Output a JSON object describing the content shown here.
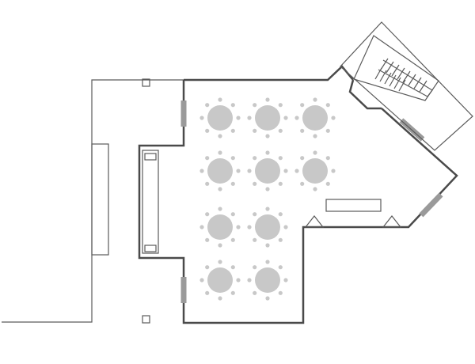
{
  "floor_plan": {
    "wall_color": "#4a4a4a",
    "window_color": "#9a9a9a",
    "table_color": "#c8c8c8",
    "chair_color": "#c8c8c8",
    "round_tables": [
      {
        "row": 1,
        "col": 1
      },
      {
        "row": 1,
        "col": 2
      },
      {
        "row": 1,
        "col": 3
      },
      {
        "row": 2,
        "col": 1
      },
      {
        "row": 2,
        "col": 2
      },
      {
        "row": 2,
        "col": 3
      },
      {
        "row": 3,
        "col": 1
      },
      {
        "row": 3,
        "col": 2
      },
      {
        "row": 4,
        "col": 1
      },
      {
        "row": 4,
        "col": 2
      }
    ],
    "chairs_per_table": 8,
    "staircase_steps": 8
  }
}
